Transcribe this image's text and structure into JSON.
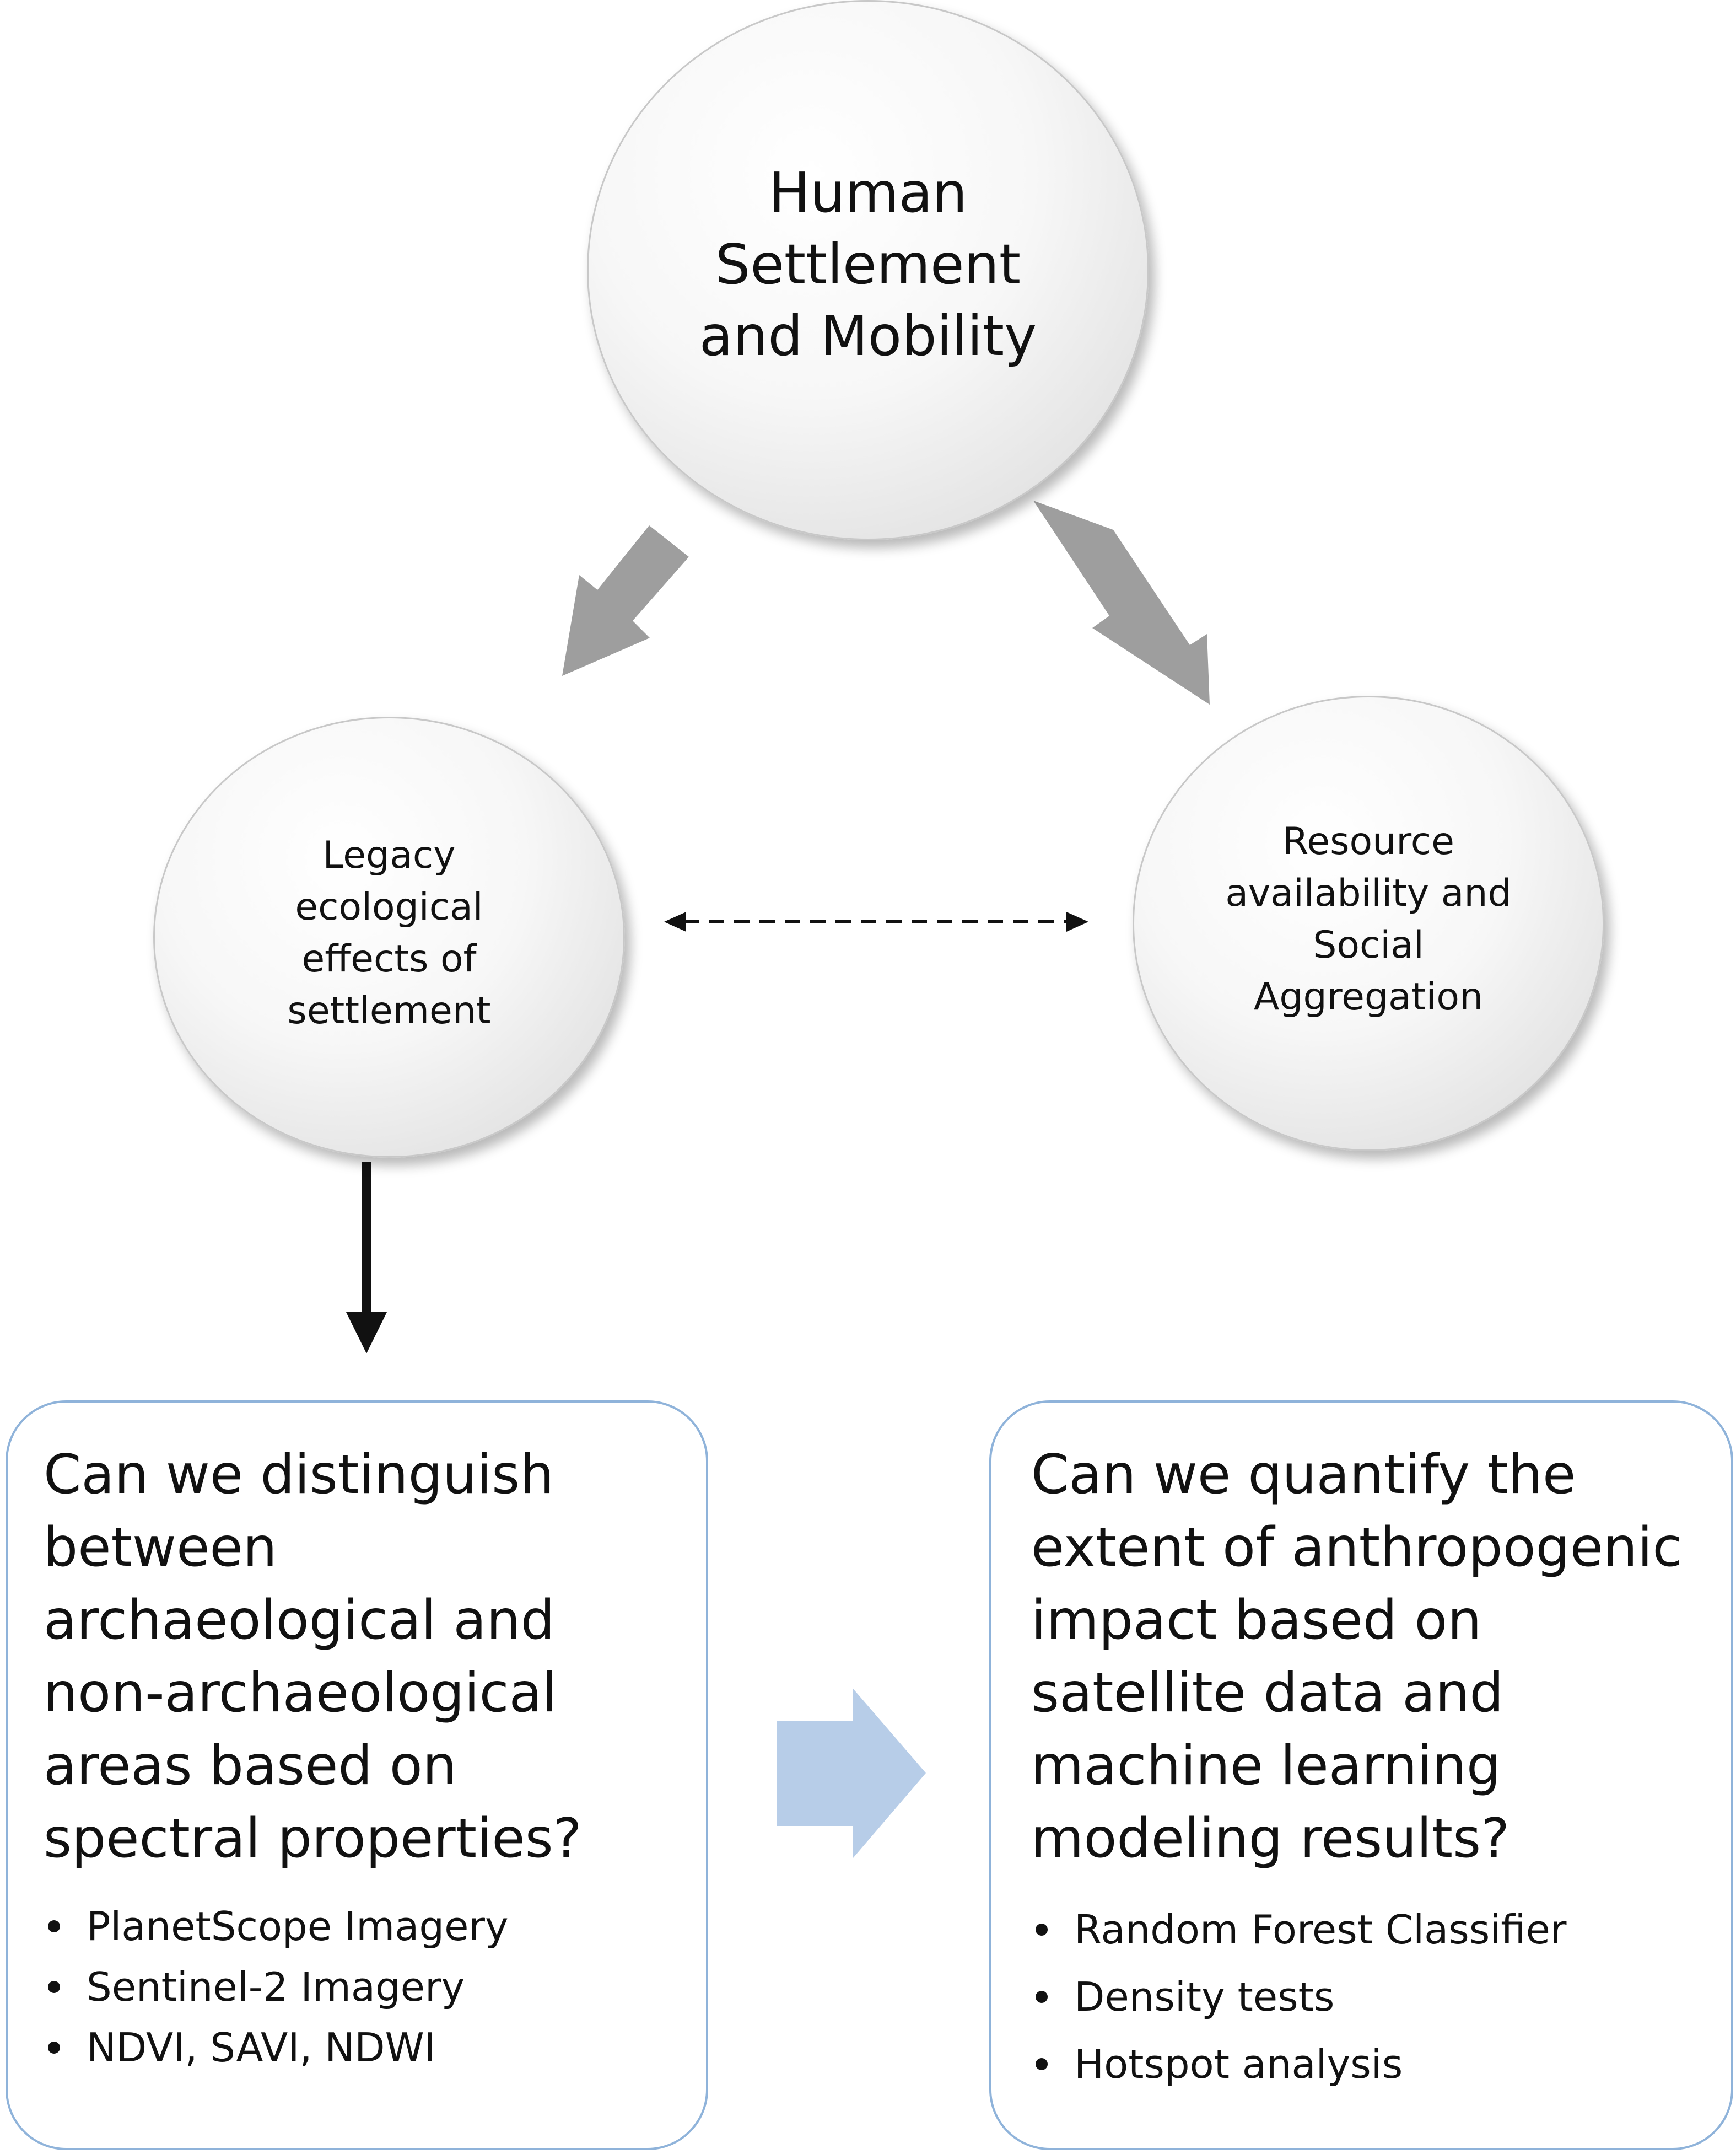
{
  "nodes": {
    "top": {
      "label": "Human\nSettlement\nand Mobility"
    },
    "left": {
      "label": "Legacy\necological\neffects of\nsettlement"
    },
    "right": {
      "label": "Resource\navailability and\nSocial\nAggregation"
    }
  },
  "boxes": {
    "left": {
      "question": "Can we distinguish\nbetween\narchaeological and\nnon-archaeological\nareas based on\nspectral properties?",
      "bullets": [
        "PlanetScope Imagery",
        "Sentinel-2 Imagery",
        "NDVI, SAVI, NDWI"
      ]
    },
    "right": {
      "question": "Can we quantify the\nextent of anthropogenic\nimpact based on\nsatellite data and\nmachine learning\nmodeling results?",
      "bullets": [
        "Random Forest Classifier",
        "Density tests",
        "Hotspot analysis"
      ]
    }
  },
  "colors": {
    "gray_arrow": "#9e9e9e",
    "blue_arrow": "#b7cde8",
    "box_border": "#8fb3da",
    "text": "#111111"
  }
}
